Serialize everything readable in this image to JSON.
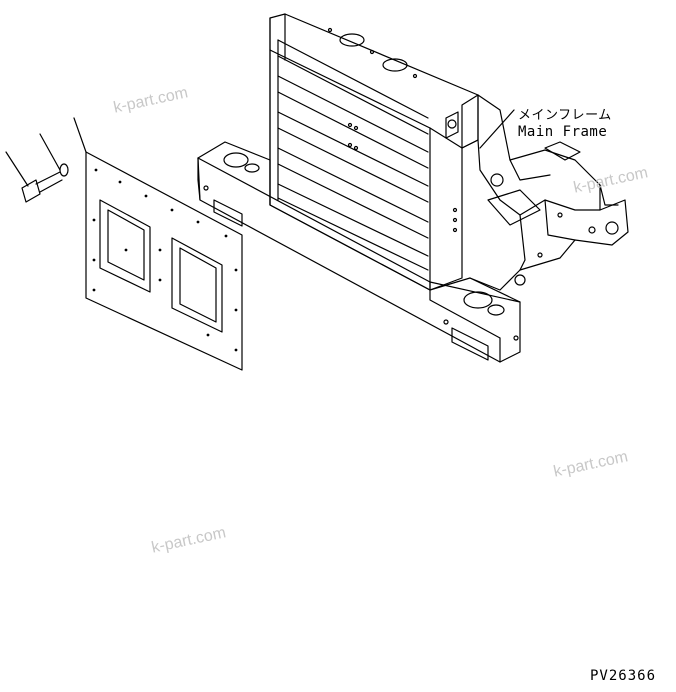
{
  "labels": {
    "main_frame_jp": "メインフレーム",
    "main_frame_en": "Main Frame",
    "drawing_code": "PV26366"
  },
  "watermarks": [
    "k-part.com",
    "k-part.com",
    "k-part.com",
    "k-part.com"
  ],
  "colors": {
    "line": "#000000",
    "watermark": "#c8c8c8",
    "background": "#ffffff"
  }
}
